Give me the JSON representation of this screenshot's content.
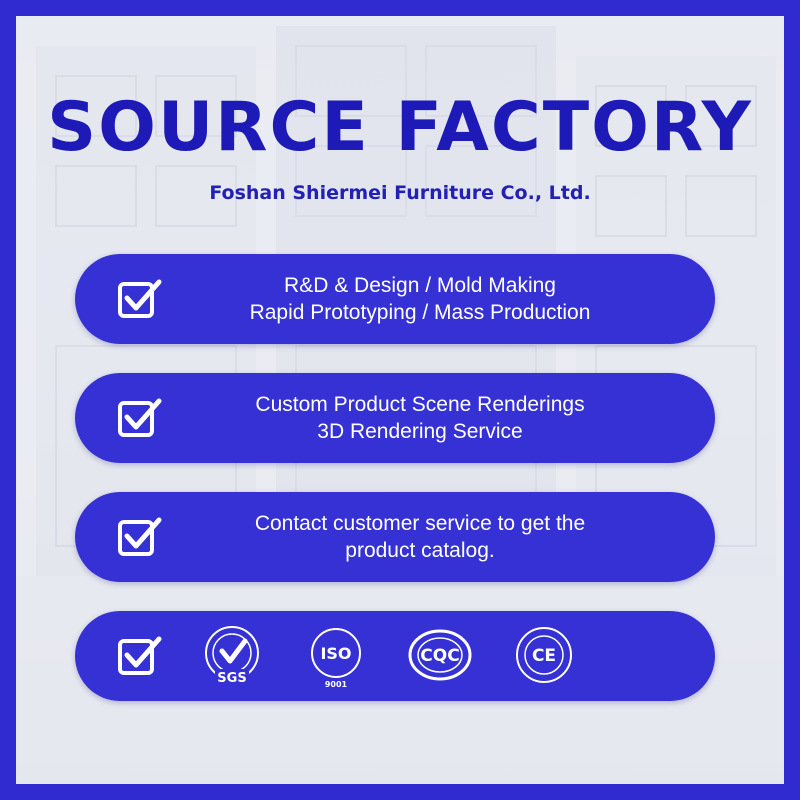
{
  "header": {
    "title": "SOURCE FACTORY",
    "subtitle": "Foshan Shiermei Furniture Co., Ltd."
  },
  "features": [
    {
      "lines": [
        "R&D & Design / Mold Making",
        "Rapid Prototyping / Mass Production"
      ]
    },
    {
      "lines": [
        "Custom Product Scene Renderings",
        "3D Rendering Service"
      ]
    },
    {
      "lines": [
        "Contact customer service to get the",
        "product catalog."
      ]
    }
  ],
  "certifications": {
    "items": [
      {
        "name": "SGS",
        "icon": "sgs-product-certification-icon"
      },
      {
        "name": "ISO",
        "sub": "9001",
        "icon": "iso-9001-icon"
      },
      {
        "name": "CQC",
        "icon": "cqc-icon"
      },
      {
        "name": "CE",
        "icon": "ce-icon"
      }
    ]
  },
  "colors": {
    "accent": "#2f2bd0",
    "pill": "#3531d4",
    "title": "#1d1ab8"
  }
}
